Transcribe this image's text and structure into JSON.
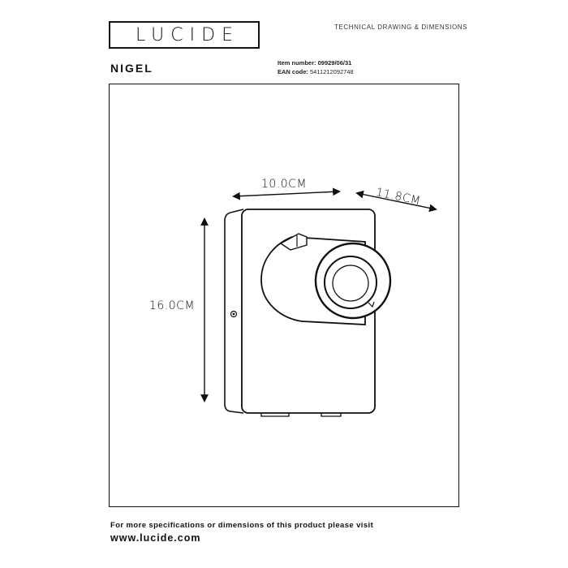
{
  "header": {
    "logo_text": "LUCIDE",
    "subtitle": "TECHNICAL DRAWING & DIMENSIONS"
  },
  "product": {
    "name": "NIGEL",
    "item_number_label": "Item number:",
    "item_number": "09929/06/31",
    "ean_label": "EAN code:",
    "ean": "5411212092748"
  },
  "dimensions": {
    "width": "10.0CM",
    "depth": "11.8CM",
    "height": "16.0CM"
  },
  "footer": {
    "note": "For more specifications or dimensions of this product please visit",
    "url": "www.lucide.com"
  }
}
